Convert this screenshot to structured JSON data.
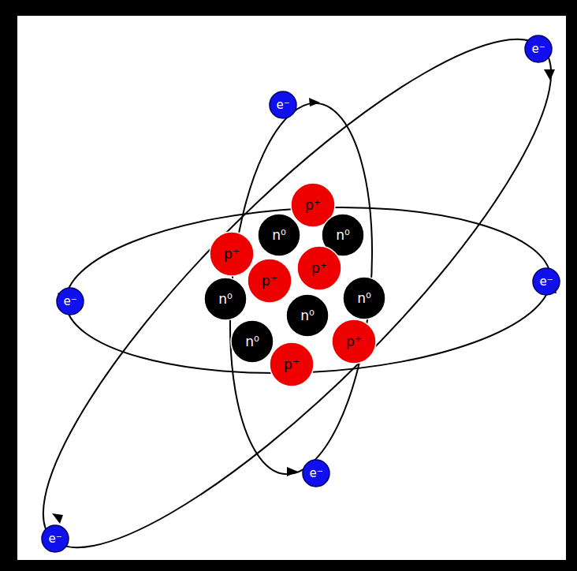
{
  "diagram": {
    "nodes": [
      {
        "text": [
          "e⁻"
        ]
      },
      {
        "text": [
          "e⁻"
        ]
      },
      {
        "text": [
          "p⁺"
        ]
      },
      {
        "text": [
          "n⁰"
        ]
      },
      {
        "text": [
          "n⁰"
        ]
      },
      {
        "text": [
          "p⁺"
        ]
      },
      {
        "text": [
          "p⁺"
        ]
      },
      {
        "text": [
          "p⁺"
        ]
      },
      {
        "text": [
          "e⁻"
        ]
      },
      {
        "text": [
          "n⁰"
        ]
      },
      {
        "text": [
          "n⁰"
        ]
      },
      {
        "text": [
          "e⁻"
        ]
      },
      {
        "text": [
          "n⁰"
        ]
      },
      {
        "text": [
          "n⁰"
        ]
      },
      {
        "text": [
          "p⁺"
        ]
      },
      {
        "text": [
          "p⁺"
        ]
      },
      {
        "text": [
          "e⁻"
        ]
      },
      {
        "text": [
          "e⁻"
        ]
      }
    ]
  }
}
